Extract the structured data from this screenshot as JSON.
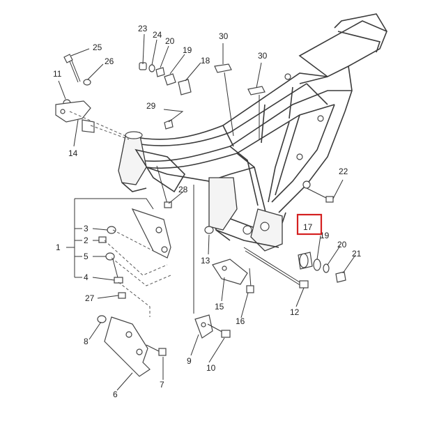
{
  "callouts": [
    {
      "id": "p1",
      "text": "1"
    },
    {
      "id": "p2",
      "text": "2"
    },
    {
      "id": "p3",
      "text": "3"
    },
    {
      "id": "p4",
      "text": "4"
    },
    {
      "id": "p5",
      "text": "5"
    },
    {
      "id": "p6",
      "text": "6"
    },
    {
      "id": "p7",
      "text": "7"
    },
    {
      "id": "p8",
      "text": "8"
    },
    {
      "id": "p9",
      "text": "9"
    },
    {
      "id": "p10",
      "text": "10"
    },
    {
      "id": "p11",
      "text": "11"
    },
    {
      "id": "p12",
      "text": "12"
    },
    {
      "id": "p13",
      "text": "13"
    },
    {
      "id": "p14",
      "text": "14"
    },
    {
      "id": "p15",
      "text": "15"
    },
    {
      "id": "p16",
      "text": "16"
    },
    {
      "id": "p17",
      "text": "17",
      "highlighted": true
    },
    {
      "id": "p19",
      "text": "19"
    },
    {
      "id": "p20a",
      "text": "20"
    },
    {
      "id": "p20b",
      "text": "20"
    },
    {
      "id": "p21",
      "text": "21"
    },
    {
      "id": "p22",
      "text": "22"
    },
    {
      "id": "p23",
      "text": "23"
    },
    {
      "id": "p24",
      "text": "24"
    },
    {
      "id": "p25",
      "text": "25"
    },
    {
      "id": "p26",
      "text": "26"
    },
    {
      "id": "p27",
      "text": "27"
    },
    {
      "id": "p28",
      "text": "28"
    },
    {
      "id": "p29",
      "text": "29"
    },
    {
      "id": "p30a",
      "text": "30"
    },
    {
      "id": "p30b",
      "text": "30"
    }
  ],
  "highlight_color": "#d42020"
}
